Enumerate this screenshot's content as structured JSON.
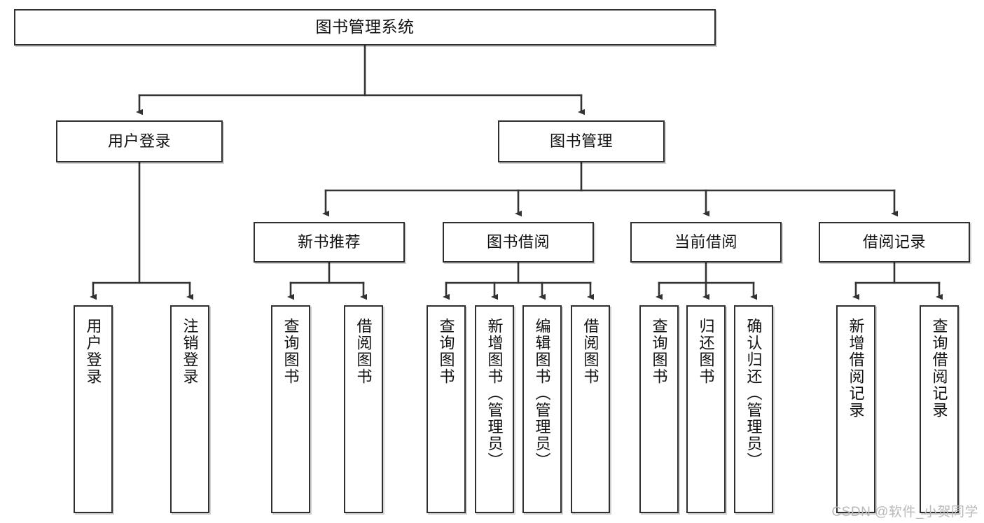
{
  "diagram": {
    "title": "图书管理系统",
    "type": "tree",
    "colors": {
      "box_border": "#2f2f2f",
      "box_fill": "#ffffff",
      "edge": "#333333",
      "text": "#111111",
      "watermark": "#b9b9b9",
      "background": "#ffffff"
    },
    "levels": {
      "root": {
        "label": "图书管理系统"
      },
      "level2": [
        {
          "id": "user-login",
          "label": "用户登录"
        },
        {
          "id": "book-management",
          "label": "图书管理"
        }
      ],
      "level3": [
        {
          "id": "new-book-recommend",
          "label": "新书推荐",
          "parent": "book-management"
        },
        {
          "id": "book-borrow",
          "label": "图书借阅",
          "parent": "book-management"
        },
        {
          "id": "current-borrow",
          "label": "当前借阅",
          "parent": "book-management"
        },
        {
          "id": "borrow-record",
          "label": "借阅记录",
          "parent": "book-management"
        }
      ],
      "leaves": [
        {
          "id": "leaf-user-login",
          "label": "用户登录",
          "parent": "user-login"
        },
        {
          "id": "leaf-logout-login",
          "label": "注销登录",
          "parent": "user-login"
        },
        {
          "id": "leaf-query-book-1",
          "label": "查询图书",
          "parent": "new-book-recommend"
        },
        {
          "id": "leaf-borrow-book-1",
          "label": "借阅图书",
          "parent": "new-book-recommend"
        },
        {
          "id": "leaf-query-book-2",
          "label": "查询图书",
          "parent": "book-borrow"
        },
        {
          "id": "leaf-add-book",
          "label": "新增图书（管理员）",
          "parent": "book-borrow"
        },
        {
          "id": "leaf-edit-book",
          "label": "编辑图书（管理员）",
          "parent": "book-borrow"
        },
        {
          "id": "leaf-borrow-book-2",
          "label": "借阅图书",
          "parent": "book-borrow"
        },
        {
          "id": "leaf-query-book-3",
          "label": "查询图书",
          "parent": "current-borrow"
        },
        {
          "id": "leaf-return-book",
          "label": "归还图书",
          "parent": "current-borrow"
        },
        {
          "id": "leaf-confirm-return",
          "label": "确认归还（管理员）",
          "parent": "current-borrow"
        },
        {
          "id": "leaf-add-record",
          "label": "新增借阅记录",
          "parent": "borrow-record"
        },
        {
          "id": "leaf-query-record",
          "label": "查询借阅记录",
          "parent": "borrow-record"
        }
      ]
    }
  },
  "watermark": {
    "text": "CSDN @软件_小贺同学"
  }
}
